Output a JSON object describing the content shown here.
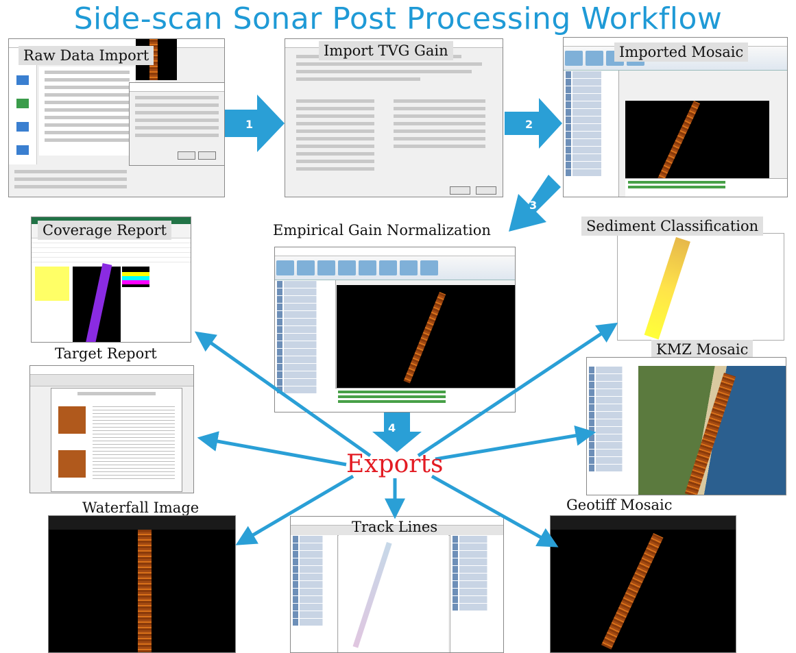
{
  "title": "Side-scan Sonar Post Processing Workflow",
  "labels": {
    "raw_data_import": "Raw Data Import",
    "import_tvg_gain": "Import TVG Gain",
    "imported_mosaic": "Imported Mosaic",
    "coverage_report": "Coverage Report",
    "empirical_gain": "Empirical Gain Normalization",
    "sediment_classification": "Sediment Classification",
    "target_report": "Target Report",
    "kmz_mosaic": "KMZ Mosaic",
    "waterfall_image": "Waterfall Image",
    "track_lines": "Track Lines",
    "geotiff_mosaic": "Geotiff Mosaic",
    "exports": "Exports"
  },
  "steps": [
    "1",
    "2",
    "3",
    "4"
  ],
  "colors": {
    "title": "#1f9ad6",
    "arrow": "#2a9fd6",
    "exports": "#e31b23",
    "label_box": "#e0e0e0"
  },
  "icons": [
    "arrow-right-icon",
    "arrow-down-left-icon",
    "arrow-down-icon"
  ]
}
